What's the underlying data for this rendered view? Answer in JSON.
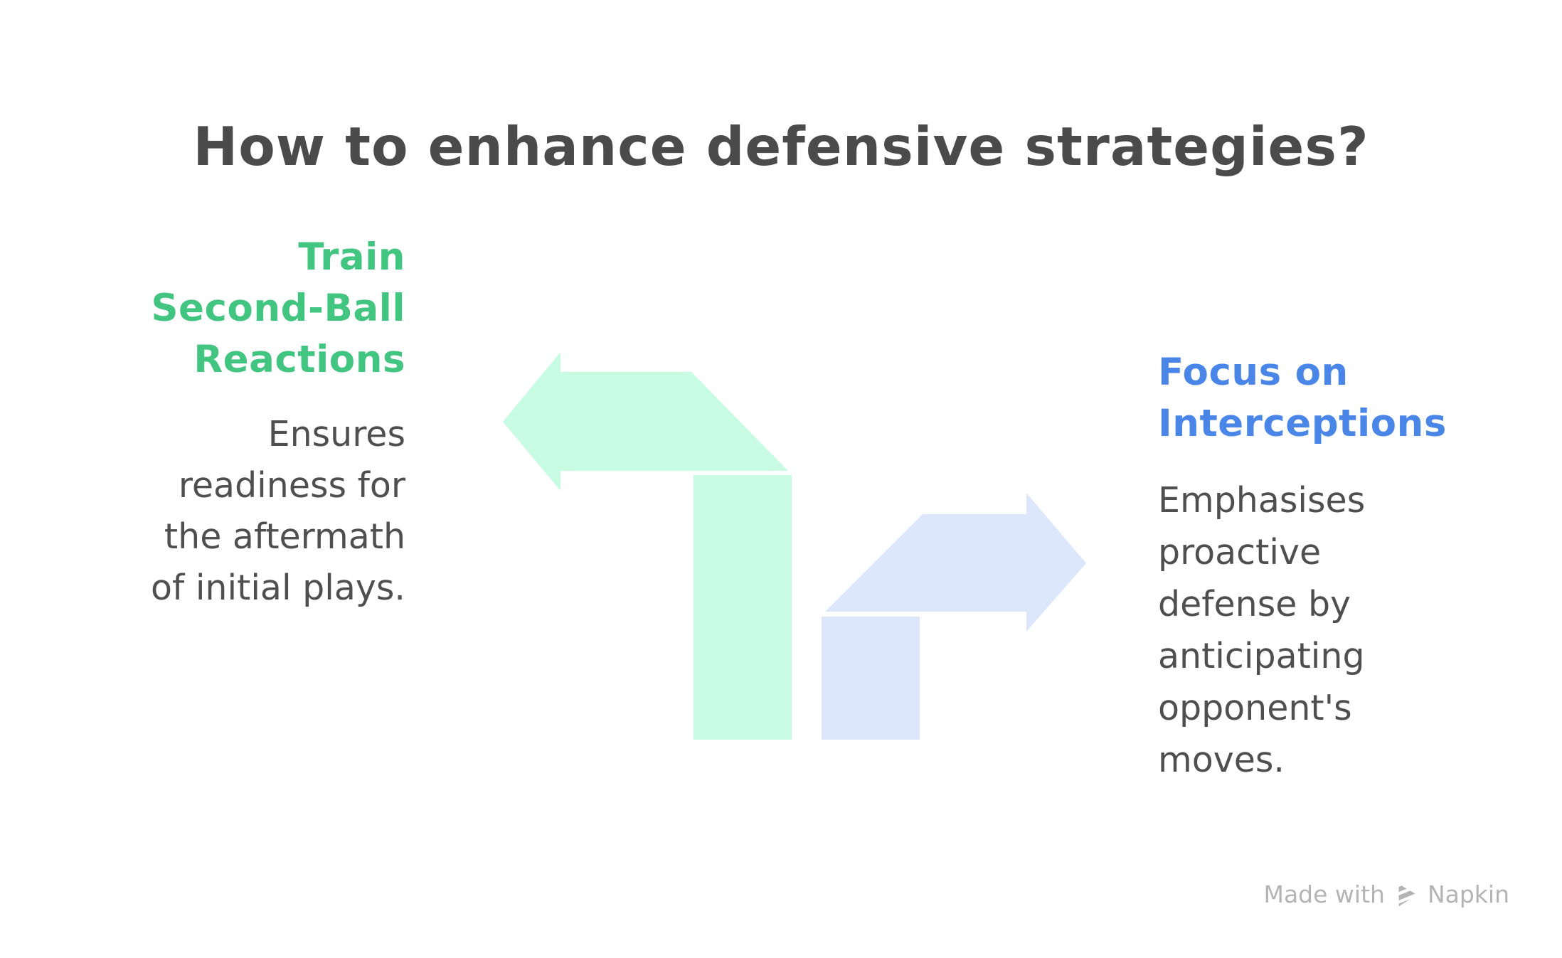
{
  "title": "How to enhance defensive strategies?",
  "colors": {
    "title": "#4b4b4b",
    "body": "#4f4f4f",
    "background": "#ffffff",
    "watermark": "#b4b4b4"
  },
  "items": [
    {
      "name": "train-second-ball-reactions",
      "heading": "Train\nSecond-Ball\nReactions",
      "description": "Ensures\nreadiness for\nthe aftermath\nof initial plays.",
      "accent_color": "#41c580",
      "arrow_color": "#c8fce2",
      "arrow_direction": "left"
    },
    {
      "name": "focus-on-interceptions",
      "heading": "Focus on\nInterceptions",
      "description": "Emphasises\nproactive\ndefense by\nanticipating\nopponent's\nmoves.",
      "accent_color": "#4a86e8",
      "arrow_color": "#dce7fb",
      "arrow_direction": "right"
    }
  ],
  "watermark": {
    "prefix": "Made with",
    "brand": "Napkin",
    "logo": "napkin-logo-icon"
  }
}
